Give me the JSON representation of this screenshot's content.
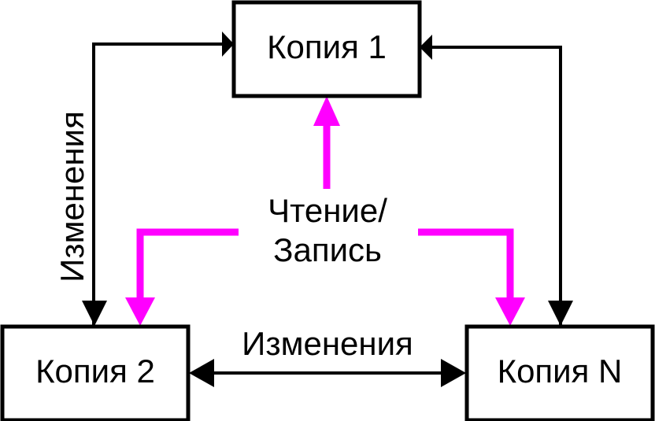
{
  "diagram": {
    "title": "Replica synchronization diagram",
    "colors": {
      "node_stroke": "#000000",
      "node_fill": "#ffffff",
      "sync_edge": "#000000",
      "access_edge": "#ff00ff"
    },
    "nodes": [
      {
        "id": "copy1",
        "label": "Копия 1"
      },
      {
        "id": "copy2",
        "label": "Копия 2"
      },
      {
        "id": "copyN",
        "label": "Копия N"
      }
    ],
    "labels": {
      "changes_vertical": "Изменения",
      "changes_horizontal": "Изменения",
      "access_line1": "Чтение/",
      "access_line2": "Запись"
    },
    "edges": [
      {
        "id": "copy2-to-copy1",
        "from": "Копия 2",
        "to": "Копия 1",
        "label": "Изменения",
        "color": "#000000",
        "direction": "both"
      },
      {
        "id": "copyN-to-copy1",
        "from": "Копия N",
        "to": "Копия 1",
        "label": "",
        "color": "#000000",
        "direction": "both"
      },
      {
        "id": "copy2-to-copyN",
        "from": "Копия 2",
        "to": "Копия N",
        "label": "Изменения",
        "color": "#000000",
        "direction": "bidirectional"
      },
      {
        "id": "access-to-copy1",
        "from": "Чтение/Запись",
        "to": "Копия 1",
        "color": "#ff00ff",
        "direction": "to"
      },
      {
        "id": "access-to-copy2",
        "from": "Чтение/Запись",
        "to": "Копия 2",
        "color": "#ff00ff",
        "direction": "to"
      },
      {
        "id": "access-to-copyN",
        "from": "Чтение/Запись",
        "to": "Копия N",
        "color": "#ff00ff",
        "direction": "to"
      }
    ]
  }
}
